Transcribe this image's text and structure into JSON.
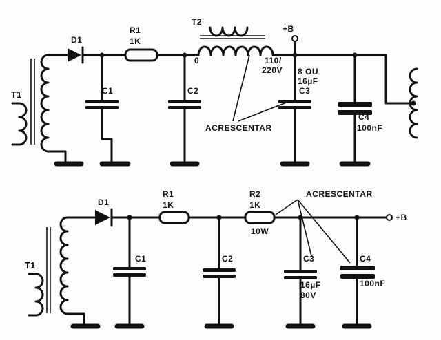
{
  "top": {
    "transformer1": "T1",
    "diode": "D1",
    "resistor1": "R1",
    "resistor1_value": "1K",
    "transformer2": "T2",
    "node_zero": "0",
    "plus_b": "+B",
    "voltage_110": "110/",
    "voltage_220": "220V",
    "cap1": "C1",
    "cap2": "C2",
    "cap3": "C3",
    "cap3_value_a": "8 OU",
    "cap3_value_b": "16µF",
    "cap4": "C4",
    "cap4_value": "100nF",
    "annotation": "ACRESCENTAR"
  },
  "bottom": {
    "transformer1": "T1",
    "diode": "D1",
    "resistor1": "R1",
    "resistor1_value": "1K",
    "resistor2": "R2",
    "resistor2_value": "1K",
    "resistor2_power": "10W",
    "plus_b": "+B",
    "cap1": "C1",
    "cap2": "C2",
    "cap3": "C3",
    "cap3_value_a": "16µF",
    "cap3_value_b": "80V",
    "cap4": "C4",
    "cap4_value": "100nF",
    "annotation": "ACRESCENTAR"
  }
}
